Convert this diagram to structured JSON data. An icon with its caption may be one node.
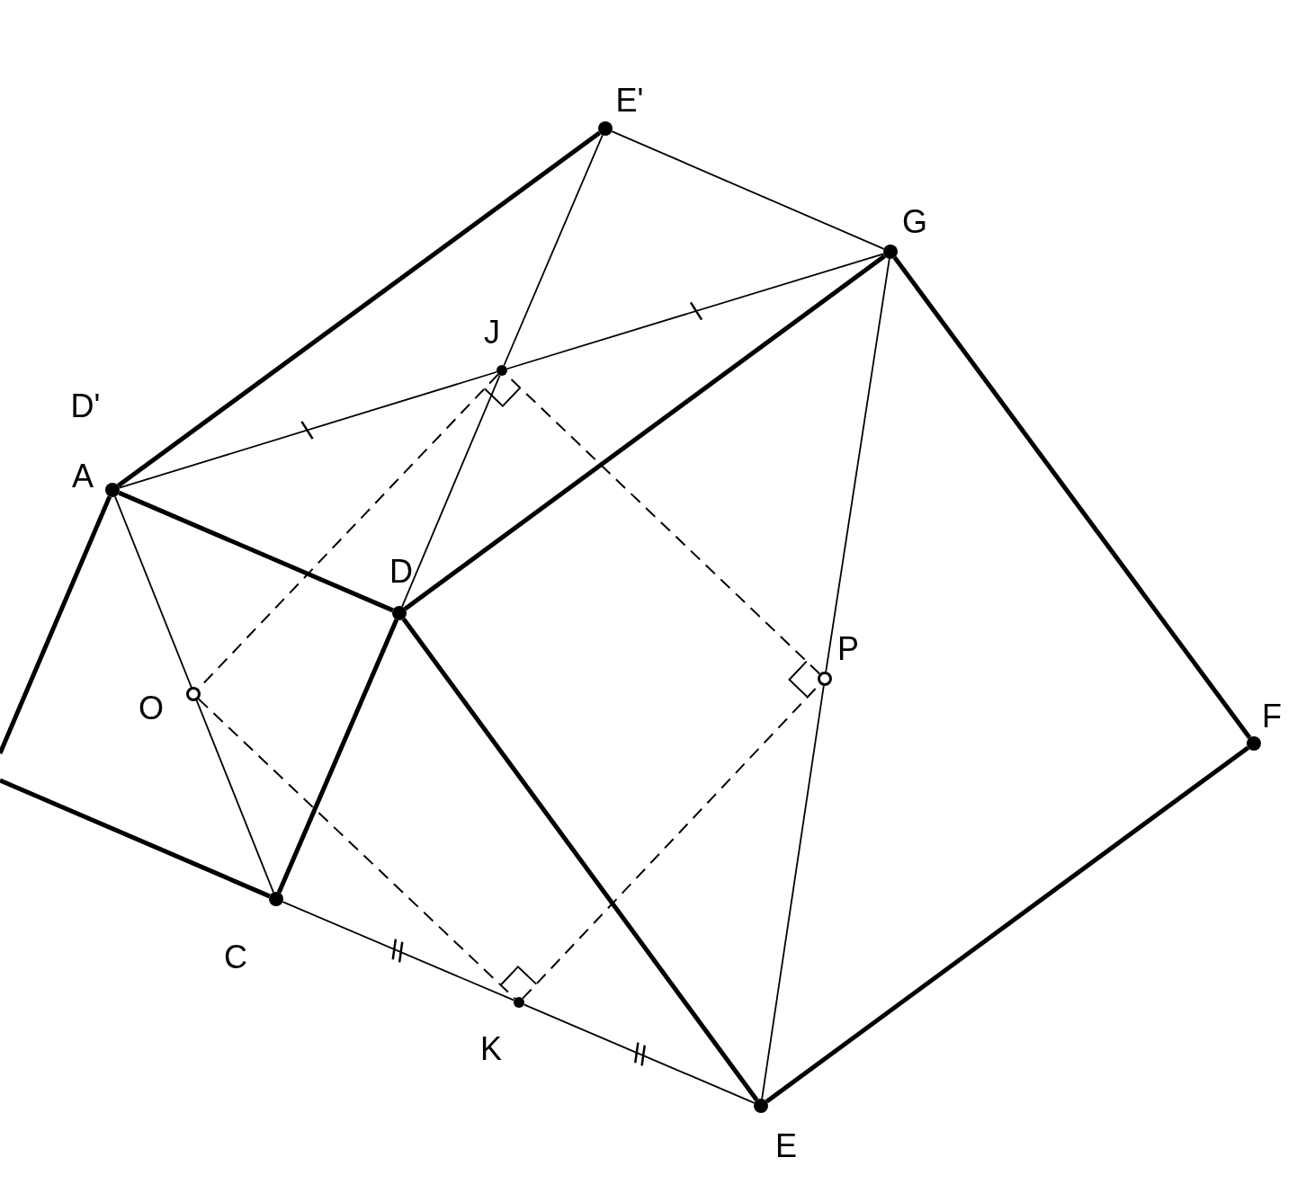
{
  "diagram": {
    "nodes": [
      {
        "text": [
          "A"
        ]
      },
      {
        "text": [
          "C"
        ]
      },
      {
        "text": [
          "D"
        ]
      },
      {
        "text": [
          "E"
        ]
      },
      {
        "text": [
          "F"
        ]
      },
      {
        "text": [
          "G"
        ]
      },
      {
        "text": [
          "E'"
        ]
      },
      {
        "text": [
          "J"
        ]
      },
      {
        "text": [
          "K"
        ]
      },
      {
        "text": [
          "O"
        ]
      },
      {
        "text": [
          "P"
        ]
      }
    ],
    "edges": [
      {
        "from": 0,
        "to": 6,
        "arrow": "none",
        "style": "thick"
      },
      {
        "from": 6,
        "to": 5,
        "arrow": "none"
      },
      {
        "from": 0,
        "to": 7,
        "arrow": "none"
      },
      {
        "from": 7,
        "to": 5,
        "arrow": "none"
      },
      {
        "from": 6,
        "to": 7,
        "arrow": "none"
      },
      {
        "from": 7,
        "to": 2,
        "arrow": "none"
      },
      {
        "from": 0,
        "to": 2,
        "arrow": "none",
        "style": "thick"
      },
      {
        "from": 2,
        "to": 5,
        "arrow": "none",
        "style": "thick"
      },
      {
        "from": 5,
        "to": 4,
        "arrow": "none",
        "style": "thick"
      },
      {
        "from": 4,
        "to": 3,
        "arrow": "none",
        "style": "thick"
      },
      {
        "from": 2,
        "to": 3,
        "arrow": "none",
        "style": "thick"
      },
      {
        "from": 2,
        "to": 1,
        "arrow": "none",
        "style": "thick"
      },
      {
        "from": 0,
        "to": 1,
        "arrow": "none"
      },
      {
        "from": 1,
        "to": 8,
        "arrow": "none"
      },
      {
        "from": 8,
        "to": 3,
        "arrow": "none"
      },
      {
        "from": 5,
        "to": 10,
        "arrow": "none"
      },
      {
        "from": 10,
        "to": 3,
        "arrow": "none"
      },
      {
        "from": 0,
        "to": null,
        "arrow": "none",
        "style": "thick"
      },
      {
        "from": 1,
        "to": null,
        "arrow": "none",
        "style": "thick"
      },
      {
        "from": 7,
        "to": 9,
        "arrow": "none",
        "style": "dashed"
      },
      {
        "from": 9,
        "to": 8,
        "arrow": "none",
        "style": "dashed"
      },
      {
        "from": 8,
        "to": 10,
        "arrow": "none",
        "style": "dashed"
      },
      {
        "from": 10,
        "to": 7,
        "arrow": "none",
        "style": "dashed"
      }
    ],
    "labels": [
      "D'"
    ]
  }
}
